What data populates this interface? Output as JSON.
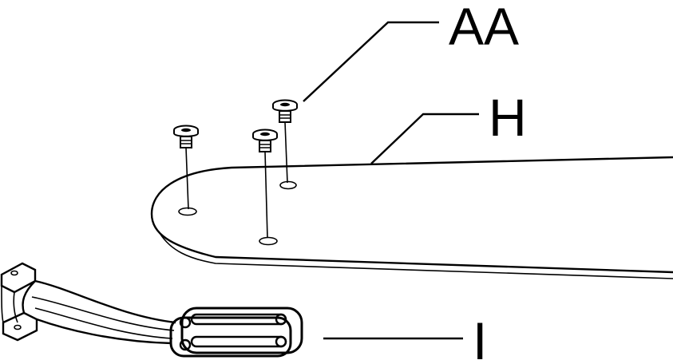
{
  "callouts": {
    "screws_label": "AA",
    "board_label": "H",
    "bracket_label": "I"
  },
  "colors": {
    "line": "#000000",
    "background": "#ffffff"
  }
}
